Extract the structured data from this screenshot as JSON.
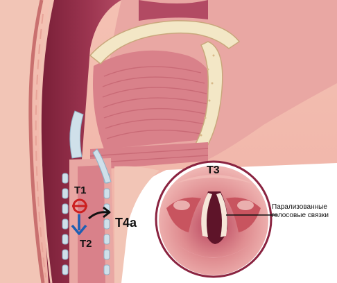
{
  "labels": {
    "t1": "T1",
    "t2": "T2",
    "t3": "T3",
    "t4a": "T4a"
  },
  "annotation": {
    "line1": "Парализованные",
    "line2": "голосовые связки"
  },
  "colors": {
    "tissue_pink": "#e9a7a3",
    "tissue_dark": "#8c2c45",
    "cartilage": "#f3e7c6",
    "t1_marker": "#cc1f1f",
    "t2_arrow": "#1d5fb3",
    "t4a_arrow": "#111111",
    "inset_ring": "#8a2340"
  }
}
